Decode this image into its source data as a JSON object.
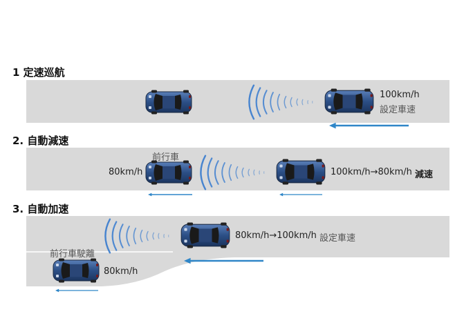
{
  "sections": [
    {
      "heading": "1 定速巡航",
      "lead_car_speed": "",
      "own_car_speed": "100km/h",
      "own_car_mode": "設定車速"
    },
    {
      "heading": "2. 自動減速",
      "lead_car_label": "前行車",
      "lead_car_speed": "80km/h",
      "own_car_speed": "100km/h→80km/h",
      "own_car_mode": "減速"
    },
    {
      "heading": "3. 自動加速",
      "lead_car_label": "前行車駛離",
      "lead_car_speed": "80km/h",
      "own_car_speed": "80km/h→100km/h",
      "own_car_mode": "設定車速"
    }
  ],
  "colors": {
    "road": "#d9d9d9",
    "arrow": "#2f86c8",
    "radar": "#3f7fcf",
    "car_body": "#2c4f86"
  }
}
